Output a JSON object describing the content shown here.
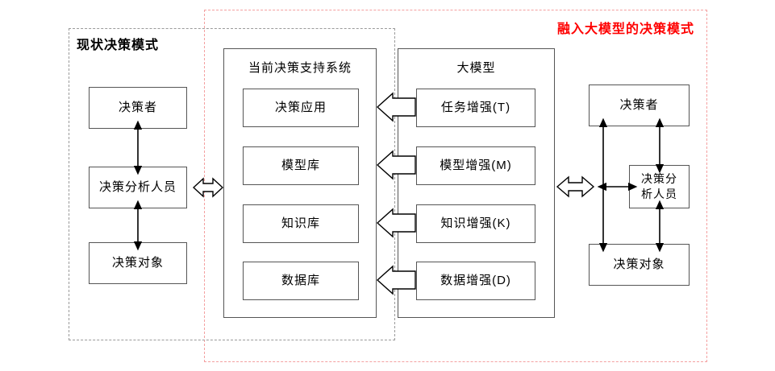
{
  "diagram": {
    "frames": [
      {
        "name": "current-mode",
        "title": "现状决策模式",
        "style": "gray-dashed"
      },
      {
        "name": "llm-mode",
        "title": "融入大模型的决策模式",
        "style": "red-dash-dot",
        "color": "#ff0000"
      }
    ],
    "left_column": {
      "decider": "决策者",
      "analyst": "决策分析人员",
      "object": "决策对象"
    },
    "dss_panel": {
      "label": "当前决策支持系统",
      "items": [
        "决策应用",
        "模型库",
        "知识库",
        "数据库"
      ]
    },
    "llm_panel": {
      "label": "大模型",
      "items": [
        "任务增强(T)",
        "模型增强(M)",
        "知识增强(K)",
        "数据增强(D)"
      ]
    },
    "right_column": {
      "decider": "决策者",
      "analyst_line1": "决策分",
      "analyst_line2": "析人员",
      "object": "决策对象"
    },
    "connectors": {
      "left_double_arrow": "决策分析人员 ↔ 当前决策支持系统",
      "right_double_arrow": "大模型 ↔ 决策分析人员",
      "enhancement_arrows": [
        "任务增强(T) → 决策应用",
        "模型增强(M) → 模型库",
        "知识增强(K) → 知识库",
        "数据增强(D) → 数据库"
      ]
    },
    "colors": {
      "box_border": "#555555",
      "frame_gray": "#9a9a9a",
      "frame_red": "#f4a0a0",
      "title_red": "#ff0000",
      "background": "#ffffff"
    }
  }
}
